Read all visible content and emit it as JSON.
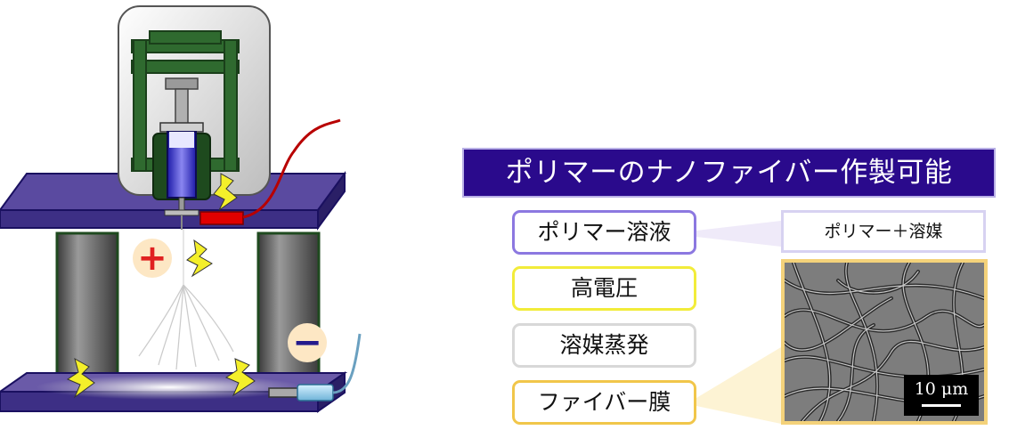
{
  "title": "ポリマーのナノファイバー作製可能",
  "steps": {
    "solution": "ポリマー溶液",
    "voltage": "高電圧",
    "evaporation": "溶媒蒸発",
    "membrane": "ファイバー膜"
  },
  "callout": "ポリマー＋溶媒",
  "sem": {
    "scale_label": "10 μm"
  },
  "apparatus": {
    "plus_sign": "+",
    "minus_sign": "−"
  },
  "colors": {
    "title_bg": "#2a0a8c",
    "platform": "#4b3a8e",
    "solution_border": "#8c78e0",
    "voltage_border": "#f2ec3a",
    "evaporation_border": "#d8d8d8",
    "membrane_border": "#f1c64a",
    "wire": "#cc0000"
  }
}
